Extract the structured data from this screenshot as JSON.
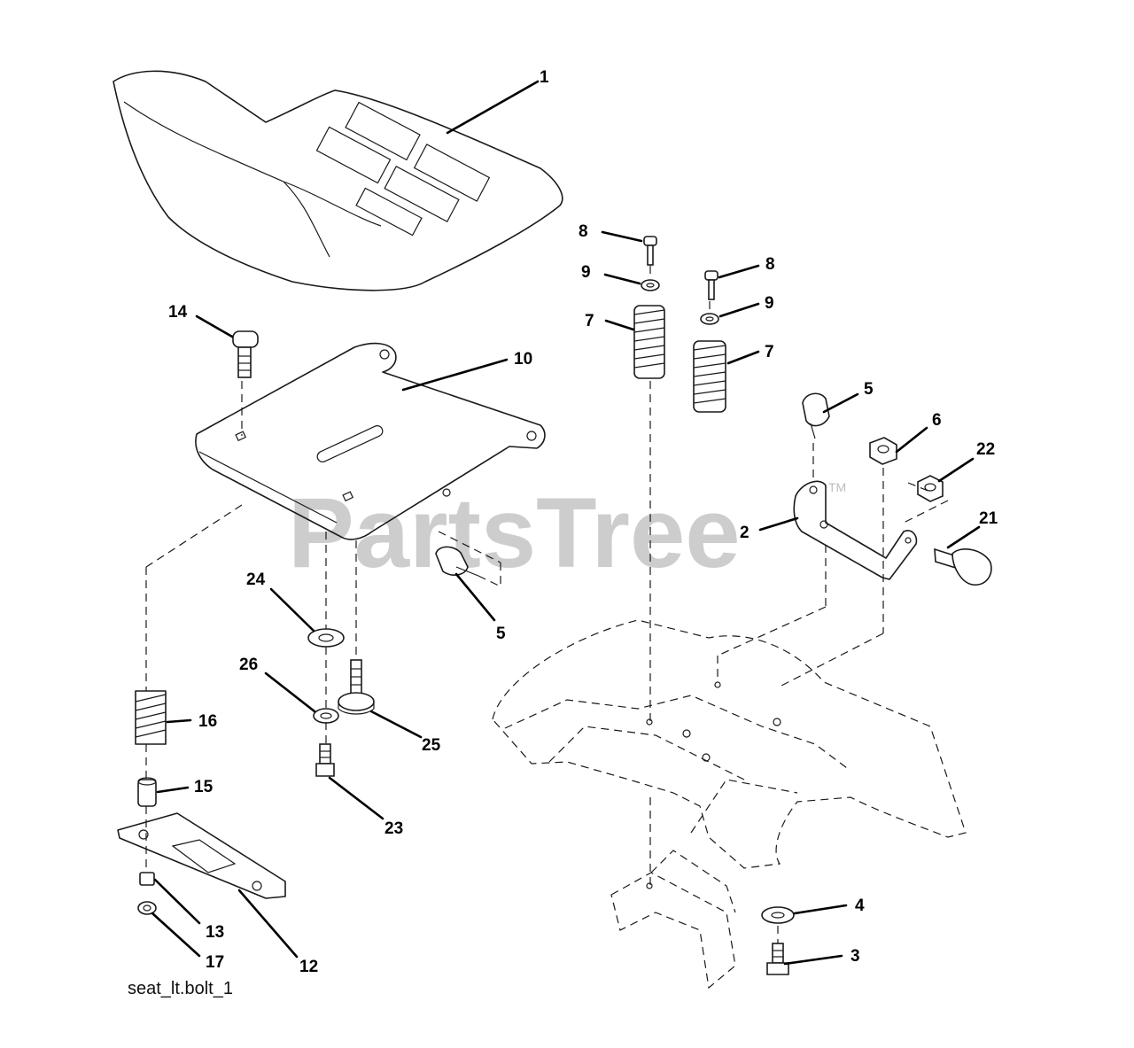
{
  "watermark": {
    "text": "PartsTree",
    "mark": "TM"
  },
  "caption": "seat_lt.bolt_1",
  "callouts": [
    "1",
    "2",
    "3",
    "4",
    "5",
    "5",
    "6",
    "7",
    "7",
    "8",
    "8",
    "9",
    "9",
    "10",
    "12",
    "13",
    "14",
    "15",
    "16",
    "17",
    "21",
    "22",
    "23",
    "24",
    "25",
    "26"
  ]
}
